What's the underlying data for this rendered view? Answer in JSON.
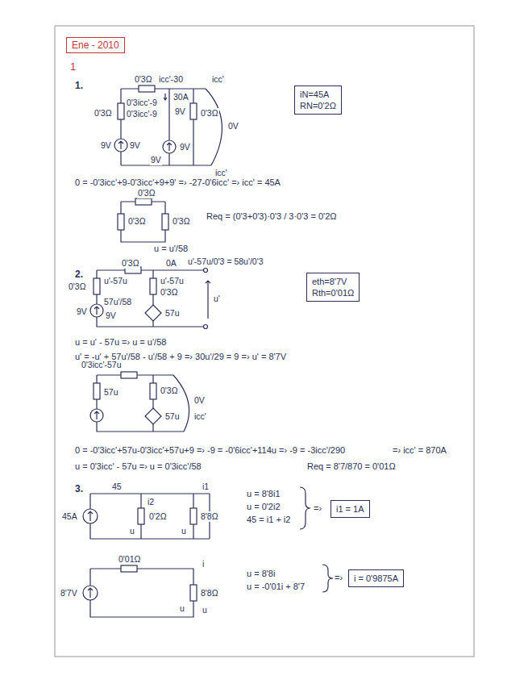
{
  "diagram": {
    "nodes": [
      {
        "text": [
          "Ene - 2010"
        ]
      },
      {
        "text": [
          "iN=45A",
          "RN=0'2Ω"
        ]
      },
      {
        "text": [
          "eth=8'7V",
          "Rth=0'01Ω"
        ]
      },
      {
        "text": [
          "i1 = 1A"
        ]
      },
      {
        "text": [
          "i = 0'9875A"
        ]
      }
    ],
    "labels": [
      "1",
      "1.",
      "0'3Ω",
      "icc'-30",
      "icc'",
      "30A",
      "0'3icc'-9",
      "0'3icc'-9",
      "0'3Ω",
      "9V",
      "0'3Ω",
      "0V",
      "9V",
      "9V",
      "9V",
      "9V",
      "icc'",
      "0 = -0'3icc'+9-0'3icc'+9+9' =› -27-0'6icc' =› icc' = 45A",
      "0'3Ω",
      "0'3Ω",
      "0'3Ω",
      "Req = (0'3+0'3)·0'3 / 3·0'3 = 0'2Ω",
      "u = u'/58",
      "2.",
      "0'3Ω",
      "0A",
      "u'-57u/0'3 = 58u'/0'3",
      "0'3Ω",
      "u'-57u",
      "u'-57u",
      "0'3Ω",
      "9V",
      "9V",
      "57u'/58",
      "57u",
      "u'",
      "u = u' - 57u =› u = u'/58",
      "u' = -u' + 57u'/58 - u'/58 + 9 =› 30u'/29 = 9 =› u' = 8'7V",
      "0'3icc'-57u",
      "57u",
      "0'3Ω",
      "0V",
      "icc'",
      "57u",
      "0 = -0'3icc'+57u-0'3icc'+57u+9 =› -9 = -0'6icc'+114u =› -9 = -3icc'/290",
      "=› icc' = 870A",
      "u = 0'3icc' - 57u =› u = 0'3icc'/58",
      "Req = 8'7/870 = 0'01Ω",
      "3.",
      "45",
      "i1",
      "i2",
      "45A",
      "0'2Ω",
      "8'8Ω",
      "u",
      "u",
      "u = 8'8i1",
      "u = 0'2i2",
      "45 = i1 + i2",
      "0'01Ω",
      "i",
      "8'7V",
      "8'8Ω",
      "u",
      "u",
      "u = 8'8i",
      "u = -0'01i + 8'7",
      "=›",
      "=›"
    ]
  }
}
